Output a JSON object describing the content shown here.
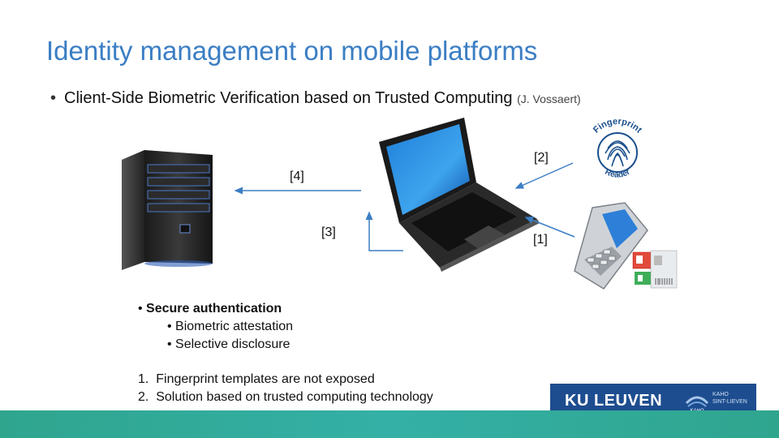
{
  "slide": {
    "title": "Identity management on mobile platforms",
    "bullet": "Client-Side Biometric Verification based on Trusted Computing",
    "author": "(J. Vossaert)"
  },
  "diagram": {
    "labels": {
      "l2": "[2]",
      "l4": "[4]",
      "l3": "[3]",
      "l1": "[1]"
    },
    "fingerprint_badge": {
      "top_text": "Fingerprint",
      "bottom_text": "Reader"
    }
  },
  "features": {
    "main": "Secure authentication",
    "sub": [
      "Biometric attestation",
      "Selective disclosure"
    ]
  },
  "notes": [
    "Fingerprint templates are not exposed",
    "Solution based on trusted computing technology"
  ],
  "logo": {
    "name": "KU LEUVEN",
    "mark_text": "KAHO",
    "sub1": "KAHO",
    "sub2": "SINT-LIEVEN"
  },
  "colors": {
    "title": "#3b7ec4",
    "logo_bg": "#1d4d8f",
    "bar": "#2fa58e"
  }
}
